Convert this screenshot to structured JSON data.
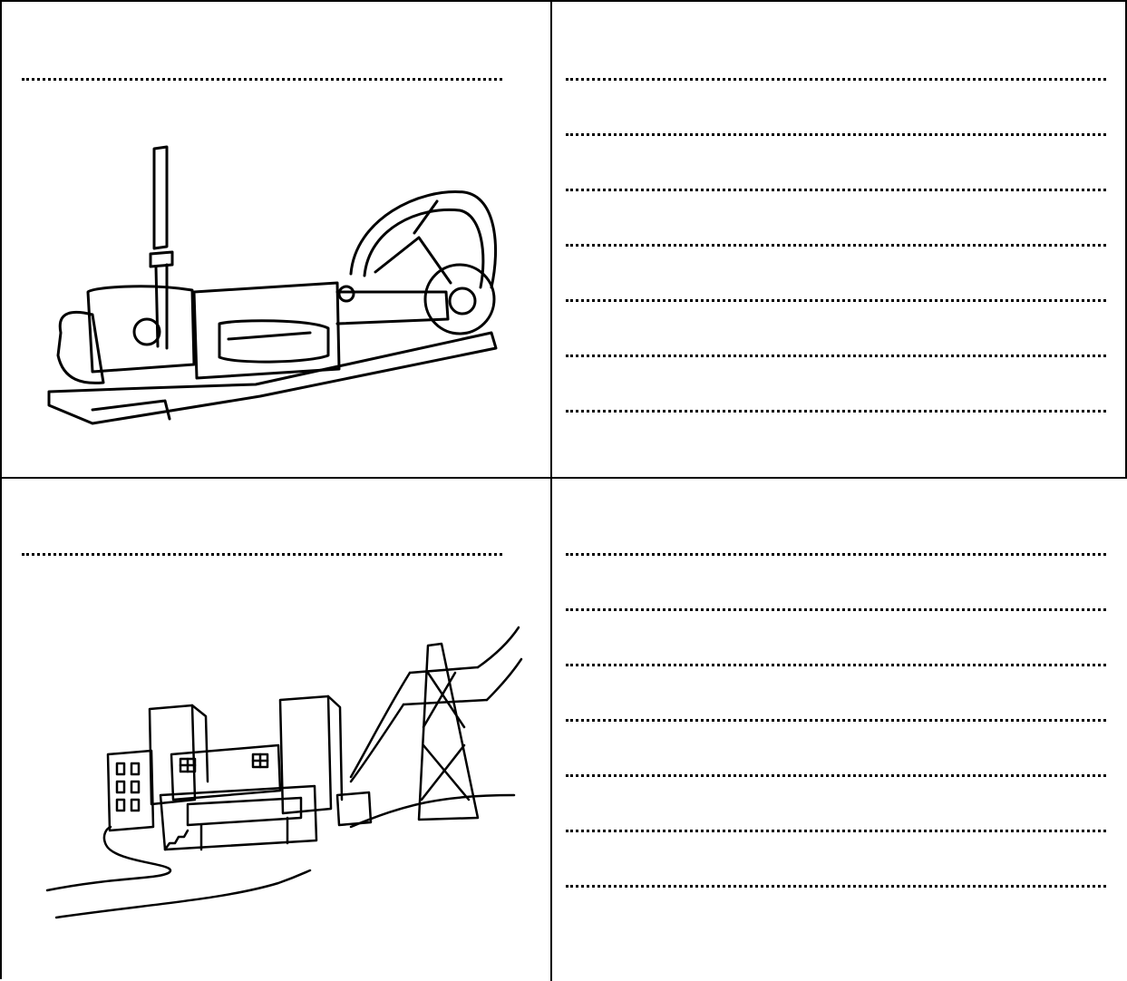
{
  "worksheet": {
    "cells": [
      {
        "id": "steam-engine",
        "icon": "steam-engine-drawing",
        "title_line": "",
        "answer_lines": [
          "",
          "",
          "",
          "",
          "",
          "",
          ""
        ]
      },
      {
        "id": "power-station",
        "icon": "power-station-drawing",
        "title_line": "",
        "answer_lines": [
          "",
          "",
          "",
          "",
          "",
          "",
          ""
        ]
      }
    ]
  }
}
